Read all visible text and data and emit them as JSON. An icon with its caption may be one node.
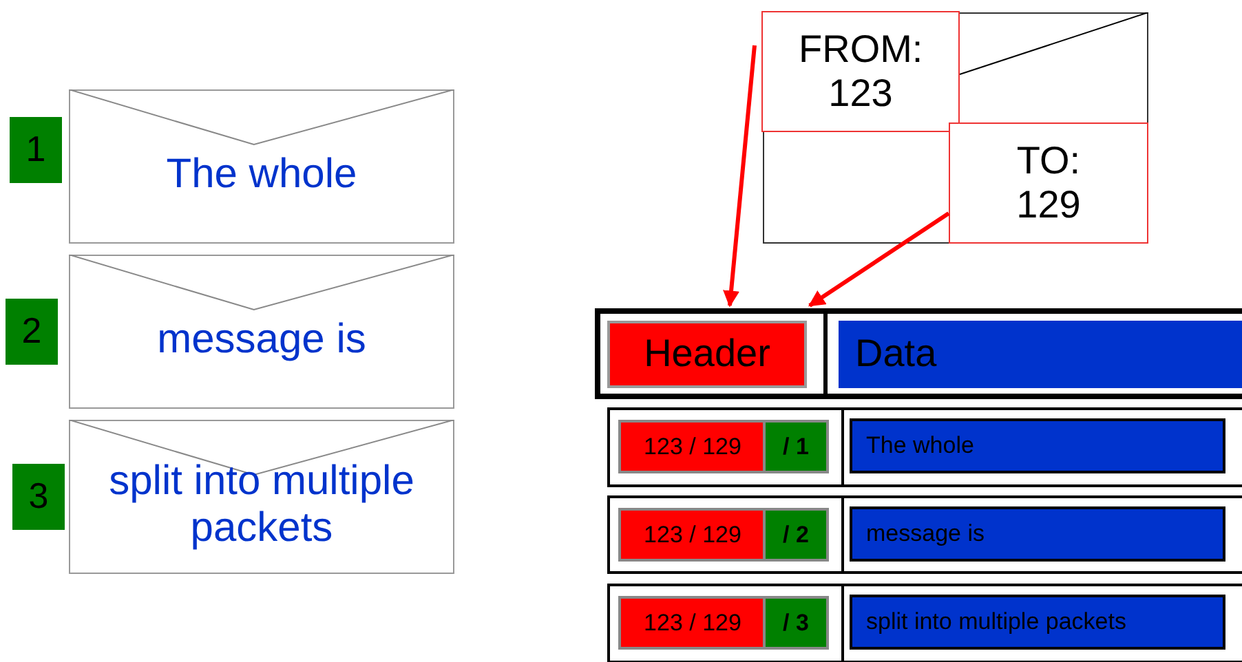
{
  "diagram": {
    "nodes": [
      {
        "text": [
          "1"
        ]
      },
      {
        "text": [
          "2"
        ]
      },
      {
        "text": [
          "3"
        ]
      },
      {
        "text": [
          "The whole"
        ]
      },
      {
        "text": [
          "message is"
        ]
      },
      {
        "text": [
          "split into multiple packets"
        ]
      },
      {
        "text": [],
        "shape": "box"
      },
      {
        "text": [
          "FROM: 123"
        ],
        "in": 6
      },
      {
        "text": [
          "TO: 129"
        ],
        "in": 6
      },
      {
        "text": [],
        "shape": "box"
      },
      {
        "text": [
          "Header"
        ],
        "in": 9
      },
      {
        "text": [
          "Data"
        ],
        "in": 9
      },
      {
        "text": [],
        "shape": "box"
      },
      {
        "text": [
          "123 / 129"
        ],
        "in": 12
      },
      {
        "text": [
          "/ 1"
        ],
        "in": 12
      },
      {
        "text": [
          "The whole"
        ],
        "in": 12
      },
      {
        "text": [],
        "shape": "box"
      },
      {
        "text": [
          "123 / 129"
        ],
        "in": 16
      },
      {
        "text": [
          "/ 2"
        ],
        "in": 16
      },
      {
        "text": [
          "message is"
        ],
        "in": 16
      },
      {
        "text": [],
        "shape": "box"
      },
      {
        "text": [
          "123 / 129"
        ],
        "in": 20
      },
      {
        "text": [
          "/ 3"
        ],
        "in": 20
      },
      {
        "text": [
          "split into multiple packets"
        ],
        "in": 20
      }
    ],
    "edges": [
      {
        "from": 7,
        "to": 9,
        "arrow": "to"
      },
      {
        "from": 8,
        "to": 9,
        "arrow": "to"
      }
    ]
  }
}
